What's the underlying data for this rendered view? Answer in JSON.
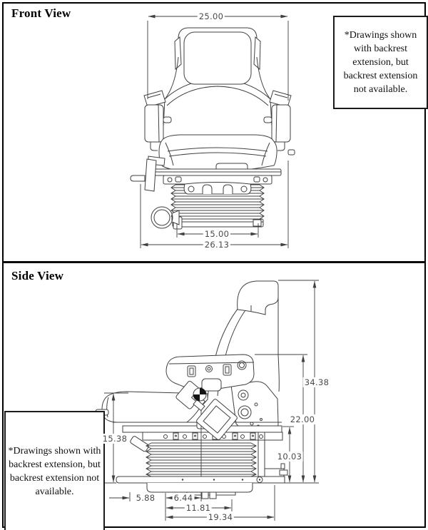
{
  "front_view": {
    "title": "Front View",
    "note": "*Drawings shown with backrest extension, but backrest extension not available.",
    "dimensions": {
      "top_width": "25.00",
      "bellows_width": "15.00",
      "overall_width": "26.13"
    }
  },
  "side_view": {
    "title": "Side View",
    "note": "*Drawings shown with backrest extension, but backrest extension not available.",
    "dimensions": {
      "overall_height": "34.38",
      "armrest_height": "22.00",
      "suspension_height": "10.03",
      "cushion_height": "15.38",
      "front_offset": "5.88",
      "mount_offset": "6.44",
      "mount_length": "11.81",
      "overall_depth": "19.34"
    }
  },
  "colors": {
    "line": "#404040",
    "dimension_text": "#4a4a4a",
    "border": "#000000",
    "background": "#ffffff"
  }
}
